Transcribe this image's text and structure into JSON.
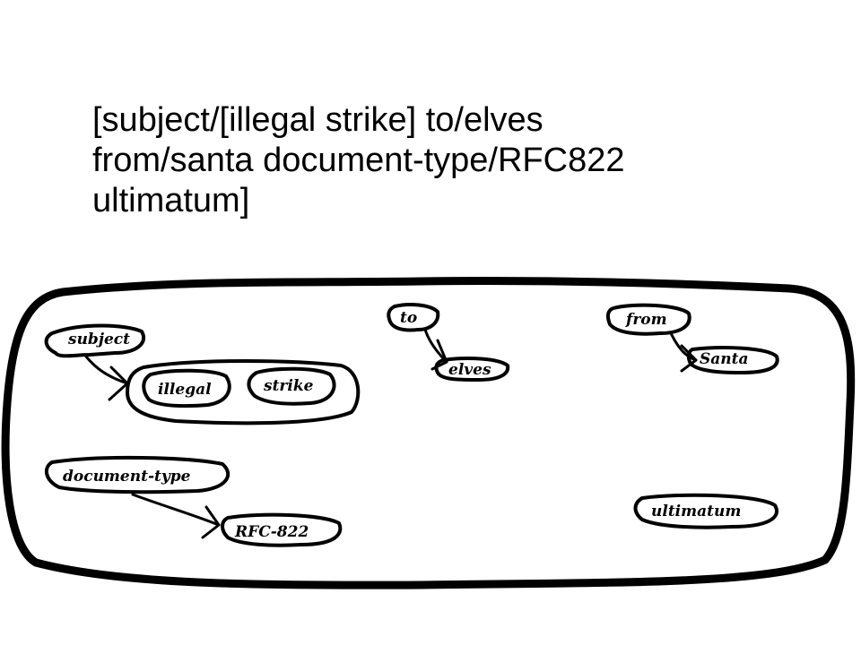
{
  "heading": {
    "lines": [
      "[subject/[illegal strike] to/elves",
      "from/santa document-type/RFC822",
      "ultimatum]"
    ]
  },
  "diagram": {
    "labels": {
      "subject": "subject",
      "illegal": "illegal",
      "strike": "strike",
      "to": "to",
      "elves": "elves",
      "from": "from",
      "santa": "Santa",
      "document_type": "document-type",
      "rfc822": "RFC-822",
      "ultimatum": "ultimatum"
    }
  }
}
